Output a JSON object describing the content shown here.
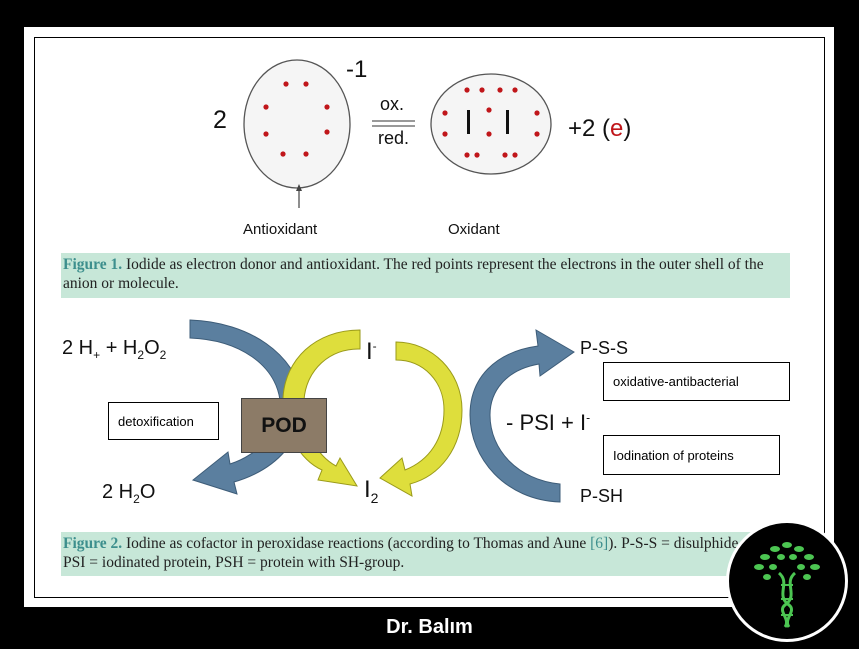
{
  "fig1": {
    "coef_left": "2",
    "charge": "-1",
    "ox_label": "ox.",
    "red_label": "red.",
    "right_text": "+2 (",
    "right_e": "e",
    "right_close": ")",
    "antioxidant": "Antioxidant",
    "oxidant": "Oxidant",
    "caption_fig": "Figure 1.",
    "caption_text": " Iodide as electron donor and antioxidant. The red points represent the electrons in the outer shell of the anion or molecule."
  },
  "fig2": {
    "reactant_left": "2 H",
    "reactant_sub1": "+",
    "reactant_mid": " + H",
    "reactant_sub2": "2",
    "reactant_o": "O",
    "reactant_sub3": "2",
    "product_left": "2 H",
    "product_sub": "2",
    "product_o": "O",
    "iodide": "I",
    "iodide_sup": "-",
    "iodine": "I",
    "iodine_sub": "2",
    "pod": "POD",
    "detox": "detoxification",
    "pss": "P-S-S",
    "psh": "P-SH",
    "psi_text": "- PSI + I",
    "psi_sup": "-",
    "box_oxidative": "oxidative-antibacterial",
    "box_iodination": "Iodination of proteins",
    "caption_fig": "Figure 2.",
    "caption_text_a": " Iodine as cofactor in peroxidase reactions (according to Thomas and Aune ",
    "caption_ref": "[6]",
    "caption_text_b": "). P-S-S = disulphide, PSI = iodinated protein, PSH = protein with SH-group."
  },
  "footer": "Dr. Balım",
  "colors": {
    "electron": "#c0161a",
    "blue_arrow": "#5b7f9f",
    "yellow_arrow": "#dede3c",
    "caption_bg": "#c7e7d8",
    "pod_fill": "#8c7b67",
    "logo_green": "#4cc552"
  },
  "icons": [
    "tree-dna-logo-icon"
  ]
}
